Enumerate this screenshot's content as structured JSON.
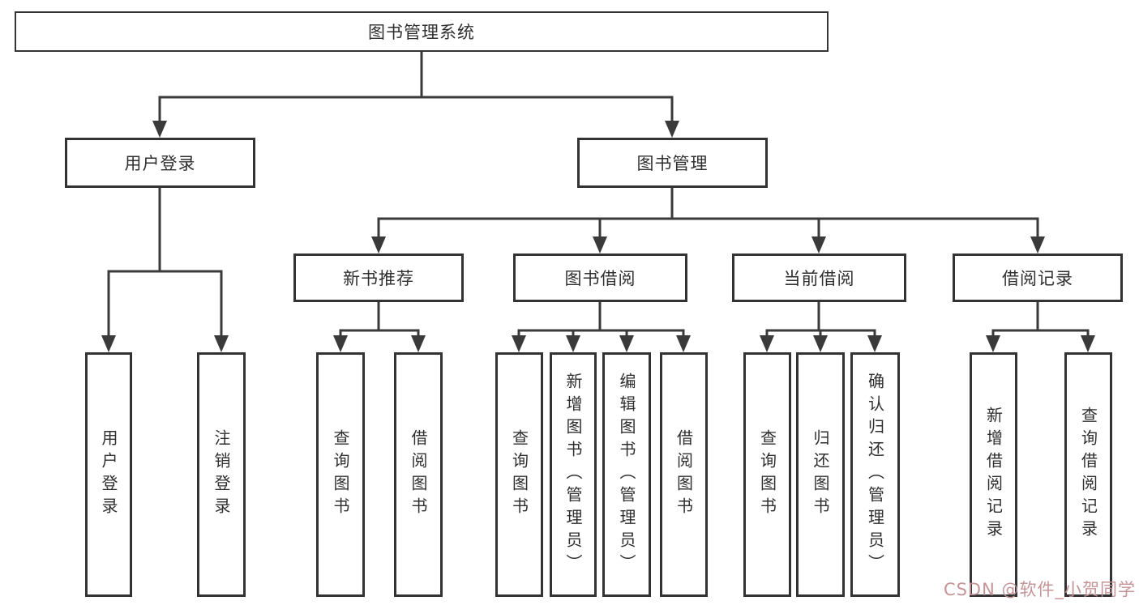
{
  "diagram": {
    "root": {
      "label": "图书管理系统"
    },
    "level2": [
      {
        "label": "用户登录",
        "parent": "图书管理系统"
      },
      {
        "label": "图书管理",
        "parent": "图书管理系统"
      }
    ],
    "level3": [
      {
        "label": "新书推荐",
        "parent": "图书管理"
      },
      {
        "label": "图书借阅",
        "parent": "图书管理"
      },
      {
        "label": "当前借阅",
        "parent": "图书管理"
      },
      {
        "label": "借阅记录",
        "parent": "图书管理"
      }
    ],
    "leaves": [
      {
        "label": "用户登录",
        "parent": "用户登录"
      },
      {
        "label": "注销登录",
        "parent": "用户登录"
      },
      {
        "label": "查询图书",
        "parent": "新书推荐"
      },
      {
        "label": "借阅图书",
        "parent": "新书推荐"
      },
      {
        "label": "查询图书",
        "parent": "图书借阅"
      },
      {
        "label": "新增图书（管理员）",
        "parent": "图书借阅"
      },
      {
        "label": "编辑图书（管理员）",
        "parent": "图书借阅"
      },
      {
        "label": "借阅图书",
        "parent": "图书借阅"
      },
      {
        "label": "查询图书",
        "parent": "当前借阅"
      },
      {
        "label": "归还图书",
        "parent": "当前借阅"
      },
      {
        "label": "确认归还（管理员）",
        "parent": "当前借阅"
      },
      {
        "label": "新增借阅记录",
        "parent": "借阅记录"
      },
      {
        "label": "查询借阅记录",
        "parent": "借阅记录"
      }
    ]
  },
  "watermark": {
    "text": "CSDN @软件_小贺同学"
  },
  "colors": {
    "line": "#3a3a3a",
    "box_border": "#333333",
    "text": "#2f2f2f",
    "background": "#ffffff",
    "watermark": "#c28f92"
  }
}
